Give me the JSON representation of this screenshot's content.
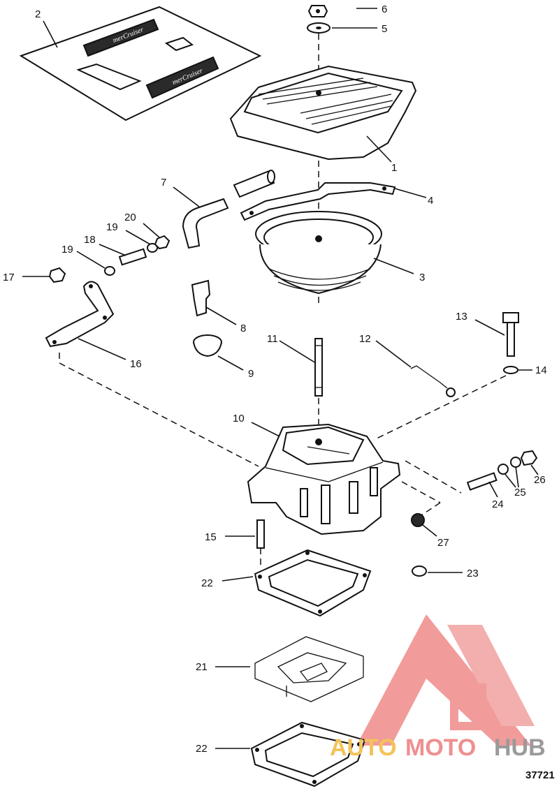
{
  "parts": [
    {
      "id": "1",
      "name": "flame-arrestor-cover"
    },
    {
      "id": "2",
      "name": "decal-sheet"
    },
    {
      "id": "3",
      "name": "flame-arrestor"
    },
    {
      "id": "4",
      "name": "bracket"
    },
    {
      "id": "5",
      "name": "washer"
    },
    {
      "id": "6",
      "name": "nut"
    },
    {
      "id": "7",
      "name": "hose"
    },
    {
      "id": "8",
      "name": "elbow-fitting"
    },
    {
      "id": "9",
      "name": "grommet"
    },
    {
      "id": "10",
      "name": "carburetor"
    },
    {
      "id": "11",
      "name": "stud"
    },
    {
      "id": "12",
      "name": "link-rod"
    },
    {
      "id": "13",
      "name": "bolt"
    },
    {
      "id": "14",
      "name": "washer"
    },
    {
      "id": "15",
      "name": "stud"
    },
    {
      "id": "16",
      "name": "throttle-bracket"
    },
    {
      "id": "17",
      "name": "nut"
    },
    {
      "id": "18",
      "name": "stud"
    },
    {
      "id": "19",
      "name": "washer"
    },
    {
      "id": "20",
      "name": "nut"
    },
    {
      "id": "21",
      "name": "spacer-plate"
    },
    {
      "id": "22",
      "name": "gasket"
    },
    {
      "id": "23",
      "name": "plug"
    },
    {
      "id": "24",
      "name": "stud"
    },
    {
      "id": "25",
      "name": "washer"
    },
    {
      "id": "26",
      "name": "nut"
    },
    {
      "id": "27",
      "name": "plug"
    }
  ],
  "callouts": {
    "c1": "1",
    "c2": "2",
    "c3": "3",
    "c4": "4",
    "c5": "5",
    "c6": "6",
    "c7": "7",
    "c8": "8",
    "c9": "9",
    "c10": "10",
    "c11": "11",
    "c12": "12",
    "c13": "13",
    "c14": "14",
    "c15": "15",
    "c16": "16",
    "c17": "17",
    "c18": "18",
    "c19a": "19",
    "c19b": "19",
    "c20": "20",
    "c21": "21",
    "c22a": "22",
    "c22b": "22",
    "c23": "23",
    "c24": "24",
    "c25": "25",
    "c26": "26",
    "c27": "27"
  },
  "decal_text": [
    "merCruiser",
    "merCruiser"
  ],
  "figure_number": "37721",
  "watermark": {
    "word_parts": [
      "AUTO",
      "MOTO",
      "HUB"
    ],
    "colors": {
      "auto": "#f3c35a",
      "moto": "#ef8f8f",
      "hub": "#9a9a9a",
      "logo": "#ef8a8a"
    }
  }
}
